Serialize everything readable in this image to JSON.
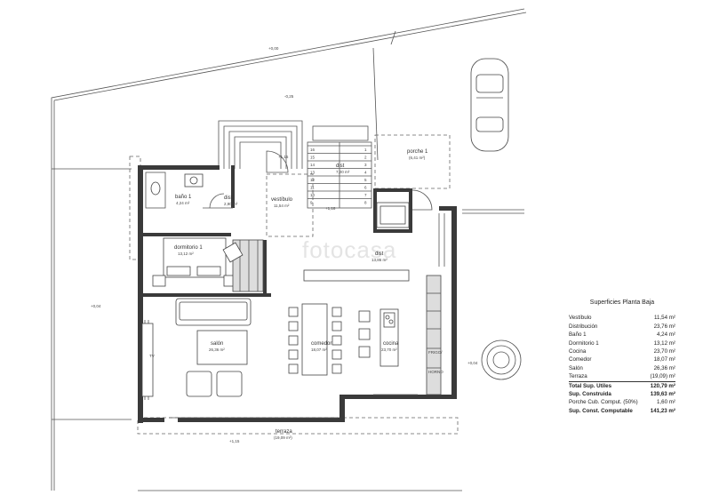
{
  "rooms": {
    "vestibulo": {
      "name": "vestíbulo",
      "area": "11,54 m²"
    },
    "bano": {
      "name": "baño 1",
      "area": "4,24 m²"
    },
    "dist1": {
      "name": "dist",
      "area": "2,90 m²"
    },
    "dormitorio": {
      "name": "dormitorio 1",
      "area": "13,12 m²"
    },
    "dist2": {
      "name": "dist",
      "area": "13,86 m²"
    },
    "dist3": {
      "name": "dist",
      "area": "7,00 m²"
    },
    "porche": {
      "name": "porche 1",
      "area": "(6,41 m²)"
    },
    "salon": {
      "name": "salón",
      "area": "26,36 m²"
    },
    "comedor": {
      "name": "comedor",
      "area": "18,07 m²"
    },
    "cocina": {
      "name": "cocina",
      "area": "23,70 m²"
    },
    "terraza": {
      "name": "terraza",
      "area": "(19,09 m²)"
    }
  },
  "levels": {
    "l1": "+0,00",
    "l2": "-0,25",
    "l3": "+1,15",
    "l4": "+1,18",
    "l5": "+0,04",
    "l6": "+0,04",
    "l7": "+1,15"
  },
  "labels": {
    "tv": "TV",
    "frigo": "FRIGO/",
    "horno": "HORNO",
    "watermark": "fotocasa"
  },
  "stair_numbers": [
    "16",
    "15",
    "14",
    "13",
    "12",
    "11",
    "10",
    "9",
    "8",
    "7",
    "6",
    "5",
    "4",
    "3",
    "2",
    "1"
  ],
  "table": {
    "title": "Superficies Planta Baja",
    "rows": [
      {
        "label": "Vestíbulo",
        "value": "11,54 m²"
      },
      {
        "label": "Distribución",
        "value": "23,76 m²"
      },
      {
        "label": "Baño 1",
        "value": "4,24 m²"
      },
      {
        "label": "Dormitorio 1",
        "value": "13,12 m²"
      },
      {
        "label": "Cocina",
        "value": "23,70 m²"
      },
      {
        "label": "Comedor",
        "value": "18,07 m²"
      },
      {
        "label": "Salón",
        "value": "26,36 m²"
      },
      {
        "label": "Terraza",
        "value": "(19,09) m²"
      }
    ],
    "totals": [
      {
        "label": "Total Sup. Utiles",
        "value": "120,79 m²",
        "bold": true
      },
      {
        "label": "Sup. Construida",
        "value": "139,63 m²",
        "bold": true
      },
      {
        "label": "Porche Cub. Comput. (50%)",
        "value": "1,60 m²",
        "bold": false
      },
      {
        "label": "Sup. Const. Computable",
        "value": "141,23 m²",
        "bold": true
      }
    ]
  }
}
